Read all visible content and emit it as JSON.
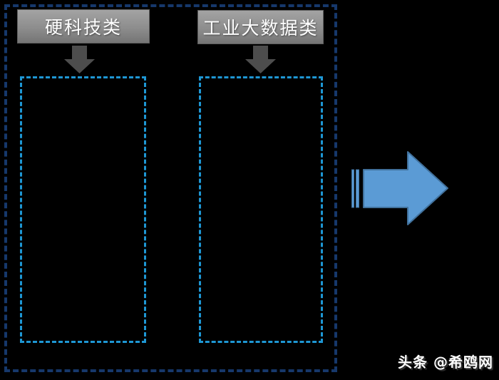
{
  "diagram": {
    "columns": [
      {
        "header": "硬科技类",
        "content": ""
      },
      {
        "header": "工业大数据类",
        "content": ""
      }
    ],
    "watermark": "头条 @希鸥网",
    "icons": {
      "down_arrow": "block-down-arrow",
      "right_arrow": "striped-right-arrow"
    },
    "colors": {
      "background": "#000000",
      "outer_border": "#16386b",
      "inner_border": "#1e97d4",
      "header_bg_top": "#a3a3a3",
      "header_bg_mid": "#8d8d8d",
      "header_bg_bottom": "#757575",
      "header_edge": "#5f5f5f",
      "header_text": "#ffffff",
      "small_arrow": "#4d4d4d",
      "big_arrow_fill": "#5b9bd5",
      "big_arrow_stroke": "#41719c",
      "watermark_text": "#ffffff"
    }
  }
}
